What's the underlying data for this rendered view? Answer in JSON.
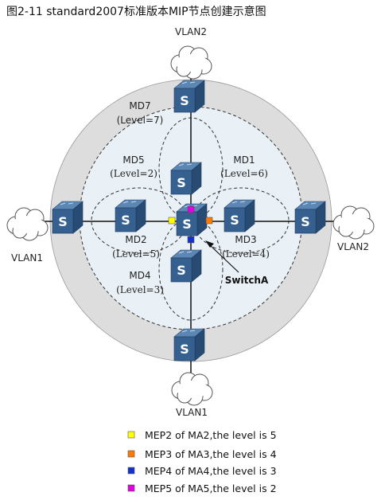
{
  "title": "图2-11 standard2007标准版本MIP节点创建示意图",
  "colors": {
    "outer_ring": "#dddddd",
    "inner_area": "#e9f1f7",
    "switch_top": "#5c86b4",
    "switch_front": "#35608f",
    "switch_side": "#274b73",
    "mep2": "#ffff00",
    "mep3": "#ff7a00",
    "mep4": "#1030d0",
    "mep5": "#e000e0"
  },
  "domains": {
    "md7": {
      "name": "MD7",
      "level": "(Level=7)"
    },
    "md5": {
      "name": "MD5",
      "level": "(Level=2)"
    },
    "md1": {
      "name": "MD1",
      "level": "(Level=6)"
    },
    "md2": {
      "name": "MD2",
      "level": "(Level=5)"
    },
    "md3": {
      "name": "MD3",
      "level": "(Level=4)"
    },
    "md4": {
      "name": "MD4",
      "level": "(Level=3)"
    }
  },
  "vlans": {
    "top": "VLAN2",
    "left": "VLAN1",
    "right": "VLAN2",
    "bottom": "VLAN1"
  },
  "switch_label": "SwitchA",
  "switch_icon_glyph": "S",
  "legend": [
    {
      "color": "#ffff00",
      "text": "MEP2 of MA2,the level is 5"
    },
    {
      "color": "#ff7a00",
      "text": "MEP3 of MA3,the level is 4"
    },
    {
      "color": "#1030d0",
      "text": "MEP4 of MA4,the level is 3"
    },
    {
      "color": "#e000e0",
      "text": "MEP5 of MA5,the level is 2"
    }
  ]
}
